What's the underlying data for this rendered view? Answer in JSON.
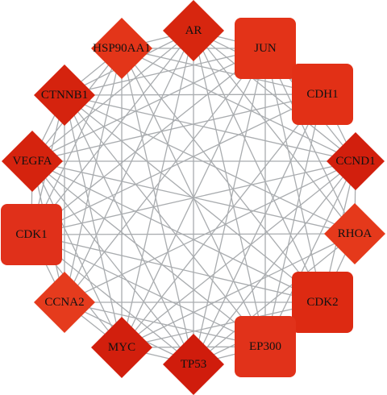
{
  "nodes": [
    {
      "id": "AR",
      "label": "AR",
      "shape": "diamond",
      "color": "#d7260f"
    },
    {
      "id": "JUN",
      "label": "JUN",
      "shape": "rect",
      "color": "#e33318"
    },
    {
      "id": "CDH1",
      "label": "CDH1",
      "shape": "rect",
      "color": "#e23016"
    },
    {
      "id": "CCND1",
      "label": "CCND1",
      "shape": "diamond",
      "color": "#d21f0d"
    },
    {
      "id": "RHOA",
      "label": "RHOA",
      "shape": "diamond",
      "color": "#e5391b"
    },
    {
      "id": "CDK2",
      "label": "CDK2",
      "shape": "rect",
      "color": "#dd2a12"
    },
    {
      "id": "EP300",
      "label": "EP300",
      "shape": "rect",
      "color": "#e1321a"
    },
    {
      "id": "TP53",
      "label": "TP53",
      "shape": "diamond",
      "color": "#d01c0c"
    },
    {
      "id": "MYC",
      "label": "MYC",
      "shape": "diamond",
      "color": "#d21f0d"
    },
    {
      "id": "CCNA2",
      "label": "CCNA2",
      "shape": "diamond",
      "color": "#e53b1d"
    },
    {
      "id": "CDK1",
      "label": "CDK1",
      "shape": "rect",
      "color": "#e0301a"
    },
    {
      "id": "VEGFA",
      "label": "VEGFA",
      "shape": "diamond",
      "color": "#d5230e"
    },
    {
      "id": "CTNNB1",
      "label": "CTNNB1",
      "shape": "diamond",
      "color": "#d5230e"
    },
    {
      "id": "HSP90AA1",
      "label": "HSP90AA1",
      "shape": "diamond",
      "color": "#e33519"
    }
  ],
  "edges": [
    [
      "AR",
      "JUN"
    ],
    [
      "AR",
      "CDH1"
    ],
    [
      "AR",
      "CCND1"
    ],
    [
      "AR",
      "RHOA"
    ],
    [
      "AR",
      "CDK2"
    ],
    [
      "AR",
      "EP300"
    ],
    [
      "AR",
      "TP53"
    ],
    [
      "AR",
      "MYC"
    ],
    [
      "AR",
      "CCNA2"
    ],
    [
      "AR",
      "CDK1"
    ],
    [
      "AR",
      "VEGFA"
    ],
    [
      "AR",
      "CTNNB1"
    ],
    [
      "AR",
      "HSP90AA1"
    ],
    [
      "JUN",
      "CDH1"
    ],
    [
      "JUN",
      "CCND1"
    ],
    [
      "JUN",
      "RHOA"
    ],
    [
      "JUN",
      "CDK2"
    ],
    [
      "JUN",
      "EP300"
    ],
    [
      "JUN",
      "TP53"
    ],
    [
      "JUN",
      "MYC"
    ],
    [
      "JUN",
      "CCNA2"
    ],
    [
      "JUN",
      "CDK1"
    ],
    [
      "JUN",
      "VEGFA"
    ],
    [
      "JUN",
      "CTNNB1"
    ],
    [
      "JUN",
      "HSP90AA1"
    ],
    [
      "CDH1",
      "CCND1"
    ],
    [
      "CDH1",
      "EP300"
    ],
    [
      "CDH1",
      "TP53"
    ],
    [
      "CDH1",
      "MYC"
    ],
    [
      "CDH1",
      "CDK1"
    ],
    [
      "CDH1",
      "VEGFA"
    ],
    [
      "CDH1",
      "CTNNB1"
    ],
    [
      "CDH1",
      "HSP90AA1"
    ],
    [
      "CCND1",
      "RHOA"
    ],
    [
      "CCND1",
      "CDK2"
    ],
    [
      "CCND1",
      "EP300"
    ],
    [
      "CCND1",
      "TP53"
    ],
    [
      "CCND1",
      "MYC"
    ],
    [
      "CCND1",
      "CCNA2"
    ],
    [
      "CCND1",
      "CDK1"
    ],
    [
      "CCND1",
      "VEGFA"
    ],
    [
      "CCND1",
      "CTNNB1"
    ],
    [
      "CCND1",
      "HSP90AA1"
    ],
    [
      "RHOA",
      "CDK2"
    ],
    [
      "RHOA",
      "TP53"
    ],
    [
      "RHOA",
      "MYC"
    ],
    [
      "RHOA",
      "CDK1"
    ],
    [
      "RHOA",
      "VEGFA"
    ],
    [
      "RHOA",
      "CTNNB1"
    ],
    [
      "CDK2",
      "EP300"
    ],
    [
      "CDK2",
      "TP53"
    ],
    [
      "CDK2",
      "MYC"
    ],
    [
      "CDK2",
      "CCNA2"
    ],
    [
      "CDK2",
      "CDK1"
    ],
    [
      "CDK2",
      "VEGFA"
    ],
    [
      "CDK2",
      "CTNNB1"
    ],
    [
      "CDK2",
      "HSP90AA1"
    ],
    [
      "EP300",
      "TP53"
    ],
    [
      "EP300",
      "MYC"
    ],
    [
      "EP300",
      "CCNA2"
    ],
    [
      "EP300",
      "CDK1"
    ],
    [
      "EP300",
      "VEGFA"
    ],
    [
      "EP300",
      "CTNNB1"
    ],
    [
      "EP300",
      "HSP90AA1"
    ],
    [
      "TP53",
      "MYC"
    ],
    [
      "TP53",
      "CCNA2"
    ],
    [
      "TP53",
      "CDK1"
    ],
    [
      "TP53",
      "VEGFA"
    ],
    [
      "TP53",
      "CTNNB1"
    ],
    [
      "TP53",
      "HSP90AA1"
    ],
    [
      "MYC",
      "CCNA2"
    ],
    [
      "MYC",
      "CDK1"
    ],
    [
      "MYC",
      "VEGFA"
    ],
    [
      "MYC",
      "CTNNB1"
    ],
    [
      "MYC",
      "HSP90AA1"
    ],
    [
      "CCNA2",
      "CDK1"
    ],
    [
      "CCNA2",
      "VEGFA"
    ],
    [
      "CCNA2",
      "CTNNB1"
    ],
    [
      "CCNA2",
      "HSP90AA1"
    ],
    [
      "CDK1",
      "VEGFA"
    ],
    [
      "CDK1",
      "CTNNB1"
    ],
    [
      "CDK1",
      "HSP90AA1"
    ],
    [
      "VEGFA",
      "CTNNB1"
    ],
    [
      "VEGFA",
      "HSP90AA1"
    ],
    [
      "CTNNB1",
      "HSP90AA1"
    ]
  ],
  "edge_color": "#a9acaf"
}
